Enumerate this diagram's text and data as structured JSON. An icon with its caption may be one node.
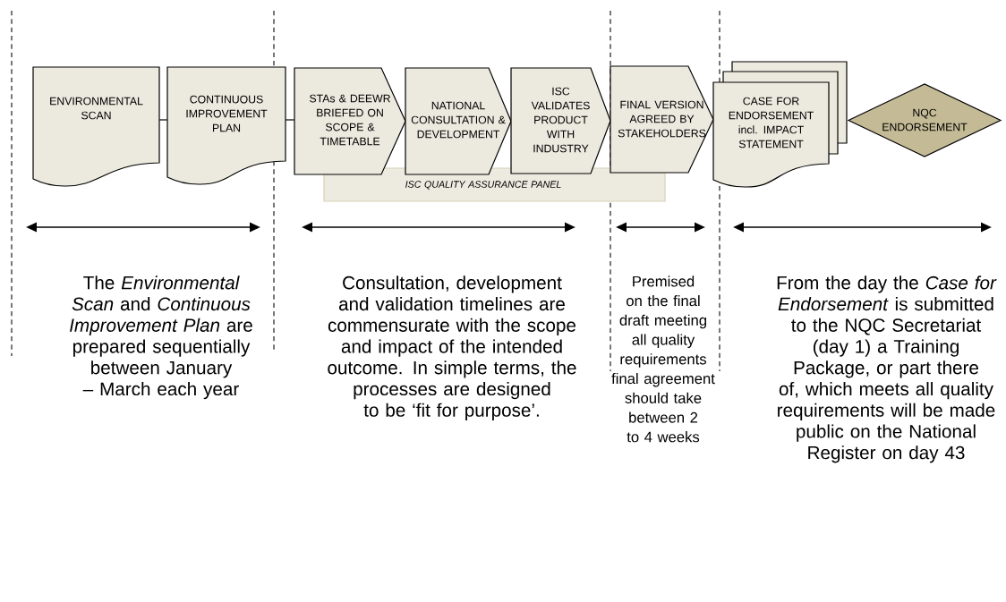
{
  "diagram": {
    "nodes": [
      {
        "text": [
          "ENVIRONMENTAL SCAN"
        ]
      },
      {
        "text": [
          "CONTINUOUS IMPROVEMENT PLAN"
        ]
      },
      {
        "text": [
          "STAs & DEEWR BRIEFED ON SCOPE & TIMETABLE"
        ]
      },
      {
        "text": [
          "NATIONAL CONSULTATION & DEVELOPMENT"
        ]
      },
      {
        "text": [
          "ISC VALIDATES PRODUCT WITH INDUSTRY"
        ]
      },
      {
        "text": [
          "FINAL VERSION AGREED BY STAKEHOLDERS"
        ]
      },
      {
        "text": [
          "CASE FOR ENDORSEMENT incl. IMPACT STATEMENT"
        ]
      },
      {
        "text": [
          "NQC ENDORSEMENT"
        ]
      },
      {
        "text": [
          "ISC QUALITY ASSURANCE PANEL"
        ]
      }
    ],
    "edges": [
      {
        "from": 0,
        "to": 1,
        "arrow": "none"
      },
      {
        "from": 1,
        "to": 2,
        "arrow": "none"
      }
    ],
    "labels": [
      "The *Environmental Scan* and *Continuous Improvement Plan* are prepared sequentially between January – March each year",
      "Consultation, development and validation timelines are commensurate with the scope and impact of the intended outcome.  In simple terms, the processes are designed to be ‘fit for purpose’.",
      "Premised on the final draft meeting all quality requirements final agreement should take between 2 to 4 weeks",
      "From the day the *Case for Endorsement* is submitted to the NQC Secretariat (day 1) a Training Package, or part there of, which meets all quality requirements will be made public on the National Register on day 43"
    ]
  }
}
